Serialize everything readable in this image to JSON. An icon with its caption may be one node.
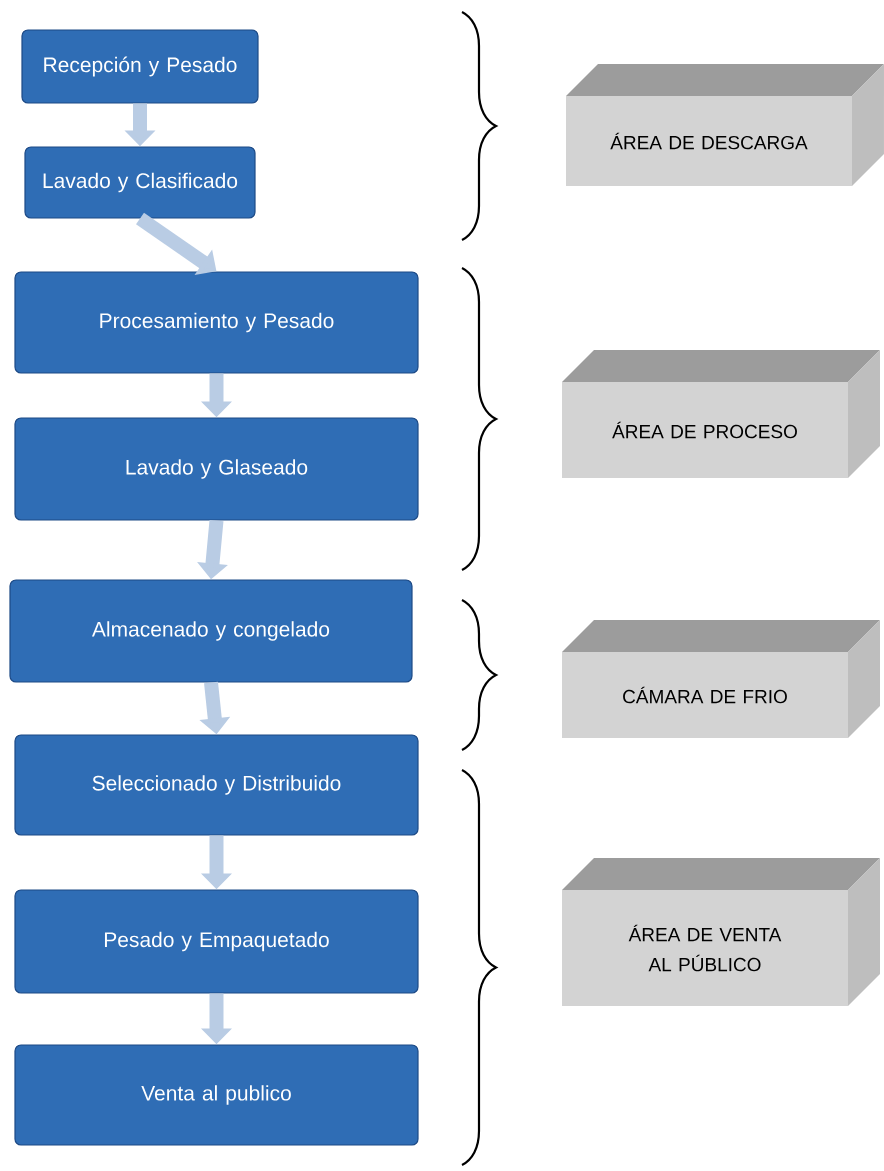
{
  "diagram": {
    "nodes": [
      {
        "text": [
          "Recepción y Pesado"
        ]
      },
      {
        "text": [
          "Lavado y Clasificado"
        ]
      },
      {
        "text": [
          "Procesamiento y Pesado"
        ]
      },
      {
        "text": [
          "Lavado y Glaseado"
        ]
      },
      {
        "text": [
          "Almacenado y congelado"
        ]
      },
      {
        "text": [
          "Seleccionado y Distribuido"
        ]
      },
      {
        "text": [
          "Pesado y  Empaquetado"
        ]
      },
      {
        "text": [
          "Venta al publico"
        ]
      },
      {
        "text": [
          "ÁREA DE DESCARGA"
        ]
      },
      {
        "text": [
          "ÁREA DE PROCESO"
        ]
      },
      {
        "text": [
          "CÁMARA DE FRIO"
        ]
      },
      {
        "text": [
          "ÁREA DE VENTA AL PÚBLICO"
        ]
      }
    ],
    "edges": [
      {
        "from": 0,
        "to": 1,
        "arrow": "to"
      },
      {
        "from": 1,
        "to": 2,
        "arrow": "to"
      },
      {
        "from": 2,
        "to": 3,
        "arrow": "to"
      },
      {
        "from": 3,
        "to": 4,
        "arrow": "to"
      },
      {
        "from": 4,
        "to": 5,
        "arrow": "to"
      },
      {
        "from": 5,
        "to": 6,
        "arrow": "to"
      },
      {
        "from": 6,
        "to": 7,
        "arrow": "to"
      }
    ]
  }
}
